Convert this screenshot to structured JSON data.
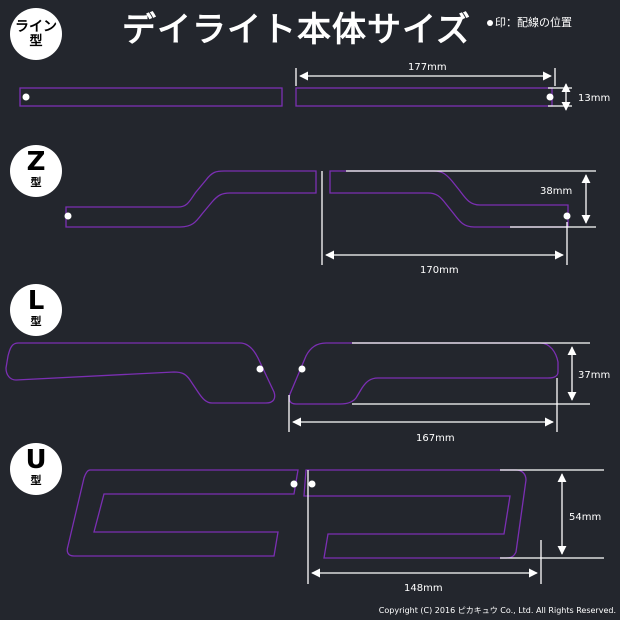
{
  "title": "デイライト本体サイズ",
  "legend": "印：配線の位置",
  "types": [
    {
      "main": "ライン",
      "sub": "型",
      "dimensions": [
        "177mm",
        "13mm"
      ]
    },
    {
      "main": "Z",
      "sub": "型",
      "dimensions": [
        "38mm",
        "170mm"
      ]
    },
    {
      "main": "L",
      "sub": "型",
      "dimensions": [
        "37mm",
        "167mm"
      ]
    },
    {
      "main": "U",
      "sub": "型",
      "dimensions": [
        "54mm",
        "148mm"
      ]
    }
  ],
  "copyright": "Copyright (C) 2016 ピカキュウ Co., Ltd. All Rights Reserved.",
  "colors": {
    "background": "#23262d",
    "outline": "#7b2fb3",
    "line": "#ffffff"
  }
}
